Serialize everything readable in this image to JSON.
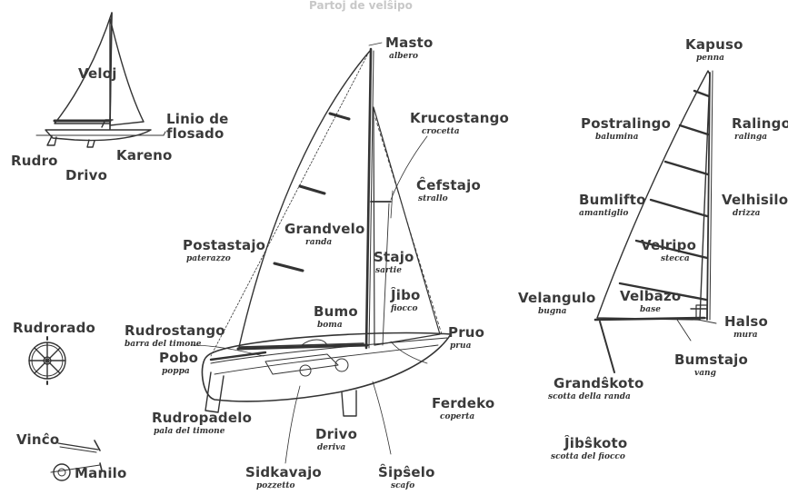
{
  "header": {
    "title": "Partoj de velŝipo"
  },
  "small_boat": {
    "veloj": "Veloj",
    "linio_de_flosado": "Linio de flosado",
    "rudro": "Rudro",
    "drivo": "Drivo",
    "kareno": "Kareno"
  },
  "main_boat": {
    "masto": {
      "eo": "Masto",
      "it": "albero"
    },
    "krucostango": {
      "eo": "Krucostango",
      "it": "crocetta"
    },
    "cefstajo": {
      "eo": "Ĉefstajo",
      "it": "strallo"
    },
    "grandvelo": {
      "eo": "Grandvelo",
      "it": "randa"
    },
    "postastajo": {
      "eo": "Postastajo",
      "it": "paterazzo"
    },
    "stajo": {
      "eo": "Stajo",
      "it": "sartie"
    },
    "jibo": {
      "eo": "Ĵibo",
      "it": "fiocco"
    },
    "bumo": {
      "eo": "Bumo",
      "it": "boma"
    },
    "pruo": {
      "eo": "Pruo",
      "it": "prua"
    },
    "rudrostango": {
      "eo": "Rudrostango",
      "it": "barra del timone"
    },
    "pobo": {
      "eo": "Pobo",
      "it": "poppa"
    },
    "ferdeko": {
      "eo": "Ferdeko",
      "it": "coperta"
    },
    "rudropadelo": {
      "eo": "Rudropadelo",
      "it": "pala del timone"
    },
    "drivo": {
      "eo": "Drivo",
      "it": "deriva"
    },
    "sidkavajo": {
      "eo": "Sidkavajo",
      "it": "pozzetto"
    },
    "sipselo": {
      "eo": "Ŝipŝelo",
      "it": "scafo"
    }
  },
  "sail_detail": {
    "kapuso": {
      "eo": "Kapuso",
      "it": "penna"
    },
    "postralingo": {
      "eo": "Postralingo",
      "it": "balumina"
    },
    "ralingo": {
      "eo": "Ralingo",
      "it": "ralinga"
    },
    "bumlifto": {
      "eo": "Bumlifto",
      "it": "amantiglio"
    },
    "velhisilo": {
      "eo": "Velhisilo",
      "it": "drizza"
    },
    "velripo": {
      "eo": "Velripo",
      "it": "stecca"
    },
    "velangulo": {
      "eo": "Velangulo",
      "it": "bugna"
    },
    "velbazo": {
      "eo": "Velbazo",
      "it": "base"
    },
    "halso": {
      "eo": "Halso",
      "it": "mura"
    },
    "bumstajo": {
      "eo": "Bumstajo",
      "it": "vang"
    },
    "grandskoto": {
      "eo": "Grandŝkoto",
      "it": "scotta della randa"
    },
    "jibskoto": {
      "eo": "Ĵibŝkoto",
      "it": "scotta del fiocco"
    }
  },
  "fittings": {
    "rudrorado": "Rudrorado",
    "vinco": "Vinĉo",
    "manilo": "Manilo"
  }
}
